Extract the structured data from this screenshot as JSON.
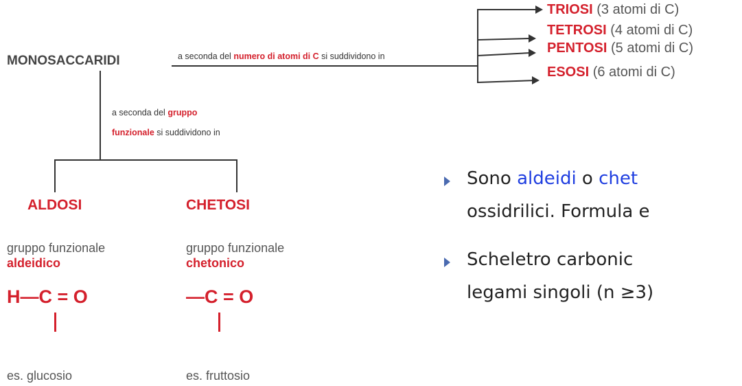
{
  "root": {
    "title": "MONOSACCARIDI"
  },
  "carbon_split": {
    "caption_before": "a seconda del ",
    "caption_highlight": "numero di atomi di C",
    "caption_after": " si suddividono in"
  },
  "types": [
    {
      "name": "TRIOSI",
      "desc": " (3 atomi di C)"
    },
    {
      "name": "TETROSI",
      "desc": " (4 atomi di C)"
    },
    {
      "name": "PENTOSI",
      "desc": " (5 atomi di C)"
    },
    {
      "name": "ESOSI",
      "desc": " (6 atomi di C)"
    }
  ],
  "functional_split": {
    "line1_before": "a seconda del ",
    "line1_highlight": "gruppo",
    "line2_highlight": "funzionale",
    "line2_after": " si suddividono in"
  },
  "branches": {
    "left": {
      "title": "ALDOSI",
      "group_label": "gruppo funzionale",
      "group_value": "aldeidico",
      "formula": "H—C = O",
      "example": "es. glucosio"
    },
    "right": {
      "title": "CHETOSI",
      "group_label": "gruppo funzionale",
      "group_value": "chetonico",
      "formula": "—C = O",
      "example": "es. fruttosio"
    }
  },
  "bullets": {
    "b1_start": "Sono ",
    "b1_aldeidi": "aldeidi",
    "b1_o": " o ",
    "b1_chet": "chet",
    "b1_line2": "ossidrilici.  Formula e",
    "b2_line1": " Scheletro   carbonic",
    "b2_line2": "legami singoli (n ≥3)"
  },
  "colors": {
    "accent_red": "#d4202c",
    "accent_blue": "#1f3ee0",
    "bullet_marker": "#4a6ab0"
  }
}
